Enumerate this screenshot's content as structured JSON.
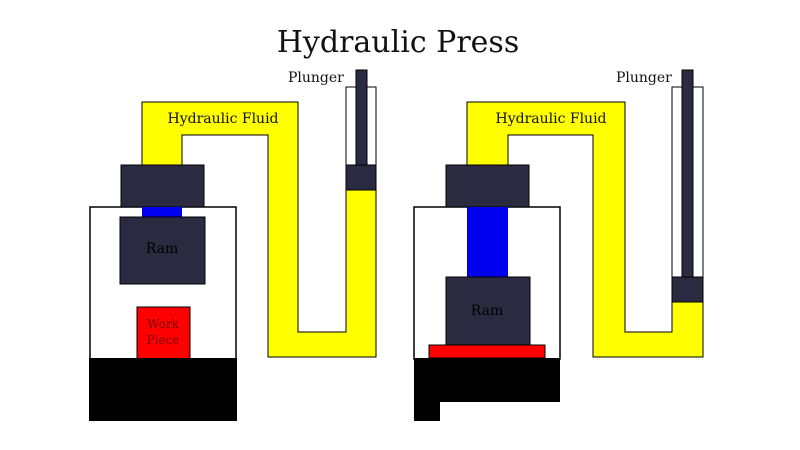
{
  "title": "Hydraulic Press",
  "colors": {
    "fluid": "#ffff00",
    "dark": "#2a2b40",
    "piston_fluid": "#0000ee",
    "workpiece": "#ff0000",
    "base": "#000000",
    "outline": "#000000",
    "background": "#ffffff"
  },
  "panels": [
    {
      "state": "before",
      "plunger_label": "Plunger",
      "fluid_label": "Hydraulic Fluid",
      "ram_label": "Ram",
      "workpiece_label_line1": "Work",
      "workpiece_label_line2": "Piece"
    },
    {
      "state": "after",
      "plunger_label": "Plunger",
      "fluid_label": "Hydraulic Fluid",
      "ram_label": "Ram"
    }
  ]
}
